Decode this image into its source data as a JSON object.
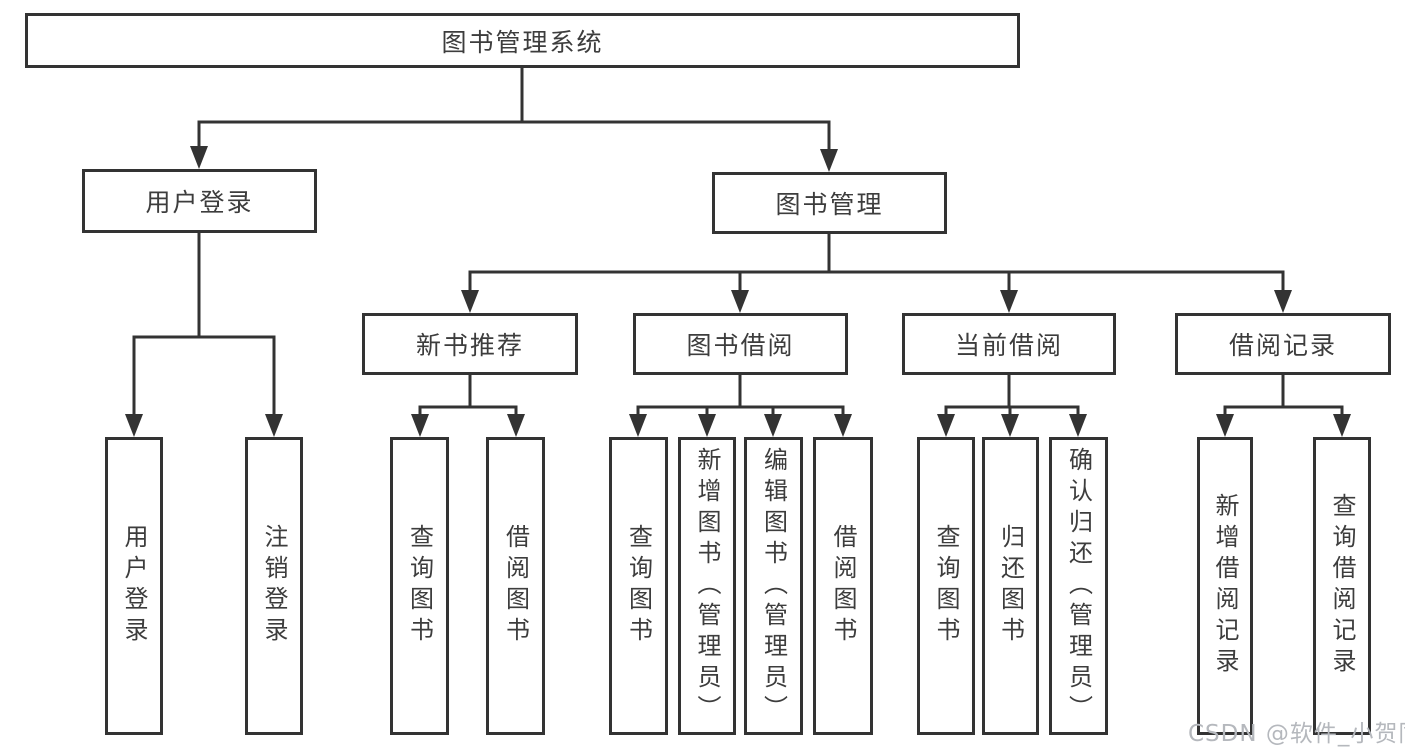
{
  "diagram": {
    "nodes": {
      "root": "图书管理系统",
      "user_login": "用户登录",
      "book_mgmt": "图书管理",
      "new_books": "新书推荐",
      "book_borrow": "图书借阅",
      "current_borrow": "当前借阅",
      "borrow_records": "借阅记录",
      "leaf_user_login": "用户登录",
      "leaf_logout": "注销登录",
      "leaf_nb_query": "查询图书",
      "leaf_nb_borrow": "借阅图书",
      "leaf_bb_query": "查询图书",
      "leaf_bb_add": "新增图书（管理员）",
      "leaf_bb_edit": "编辑图书（管理员）",
      "leaf_bb_borrow": "借阅图书",
      "leaf_cb_query": "查询图书",
      "leaf_cb_return": "归还图书",
      "leaf_cb_confirm": "确认归还（管理员）",
      "leaf_br_add": "新增借阅记录",
      "leaf_br_query": "查询借阅记录"
    }
  },
  "watermark": "CSDN @软件_小贺同学",
  "colors": {
    "line": "#333333",
    "text": "#3d3d3d",
    "watermark": "#b5b8bd",
    "background": "#ffffff"
  }
}
